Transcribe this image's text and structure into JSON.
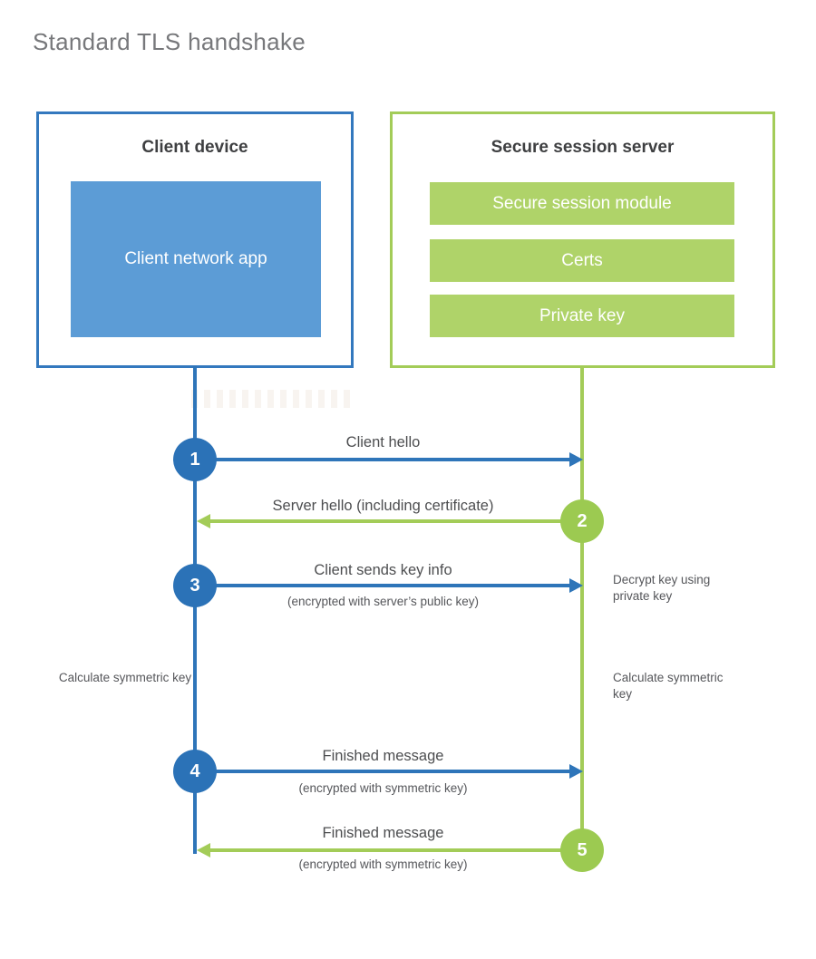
{
  "title": "Standard TLS handshake",
  "colors": {
    "blue_accent": "#2E75B9",
    "blue_fill": "#5C9CD6",
    "blue_border": "#3378BE",
    "green_accent": "#A3CC58",
    "green_fill": "#AFD369",
    "green_circle": "#9CCA51",
    "title_text": "#77787B",
    "heading_text": "#3E3F41",
    "label_text": "#4D4E50"
  },
  "client": {
    "heading": "Client device",
    "app_label": "Client network app"
  },
  "server": {
    "heading": "Secure session server",
    "modules": [
      "Secure session module",
      "Certs",
      "Private key"
    ]
  },
  "steps": [
    {
      "num": "1",
      "label": "Client hello",
      "sublabel": "",
      "direction": "right",
      "color": "blue"
    },
    {
      "num": "2",
      "label": "Server hello (including certificate)",
      "sublabel": "",
      "direction": "left",
      "color": "green"
    },
    {
      "num": "3",
      "label": "Client sends key info",
      "sublabel": "(encrypted with server’s public key)",
      "direction": "right",
      "color": "blue"
    },
    {
      "num": "4",
      "label": "Finished message",
      "sublabel": "(encrypted with symmetric key)",
      "direction": "right",
      "color": "blue"
    },
    {
      "num": "5",
      "label": "Finished message",
      "sublabel": "(encrypted with symmetric key)",
      "direction": "left",
      "color": "green"
    }
  ],
  "notes": {
    "decrypt": "Decrypt key using private key",
    "calc_left": "Calculate symmetric key",
    "calc_right": "Calculate symmetric key"
  }
}
